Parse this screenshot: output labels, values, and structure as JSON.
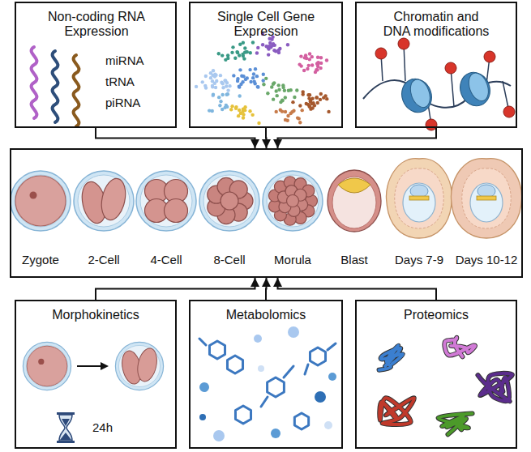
{
  "diagram": {
    "nodes": [
      {
        "text": [
          "Non-coding RNA Expression",
          "miRNA",
          "tRNA",
          "piRNA"
        ]
      },
      {
        "text": [
          "Single Cell Gene Expression"
        ]
      },
      {
        "text": [
          "Chromatin and DNA modifications"
        ]
      },
      {
        "text": []
      },
      {
        "text": [
          "Zygote"
        ],
        "in": 3
      },
      {
        "text": [
          "2-Cell"
        ],
        "in": 3
      },
      {
        "text": [
          "4-Cell"
        ],
        "in": 3
      },
      {
        "text": [
          "8-Cell"
        ],
        "in": 3
      },
      {
        "text": [
          "Morula"
        ],
        "in": 3
      },
      {
        "text": [
          "Blast"
        ],
        "in": 3
      },
      {
        "text": [
          "Days 7-9"
        ],
        "in": 3
      },
      {
        "text": [
          "Days 10-12"
        ],
        "in": 3
      },
      {
        "text": [
          "Morphokinetics",
          "24h"
        ]
      },
      {
        "text": [
          "Metabolomics"
        ]
      },
      {
        "text": [
          "Proteomics"
        ]
      }
    ],
    "edges": [
      {
        "from": 0,
        "to": 3,
        "arrow": "to"
      },
      {
        "from": 1,
        "to": 3,
        "arrow": "to"
      },
      {
        "from": 2,
        "to": 3,
        "arrow": "to"
      },
      {
        "from": 12,
        "to": 3,
        "arrow": "to"
      },
      {
        "from": 13,
        "to": 3,
        "arrow": "to"
      },
      {
        "from": 14,
        "to": 3,
        "arrow": "to"
      }
    ]
  }
}
